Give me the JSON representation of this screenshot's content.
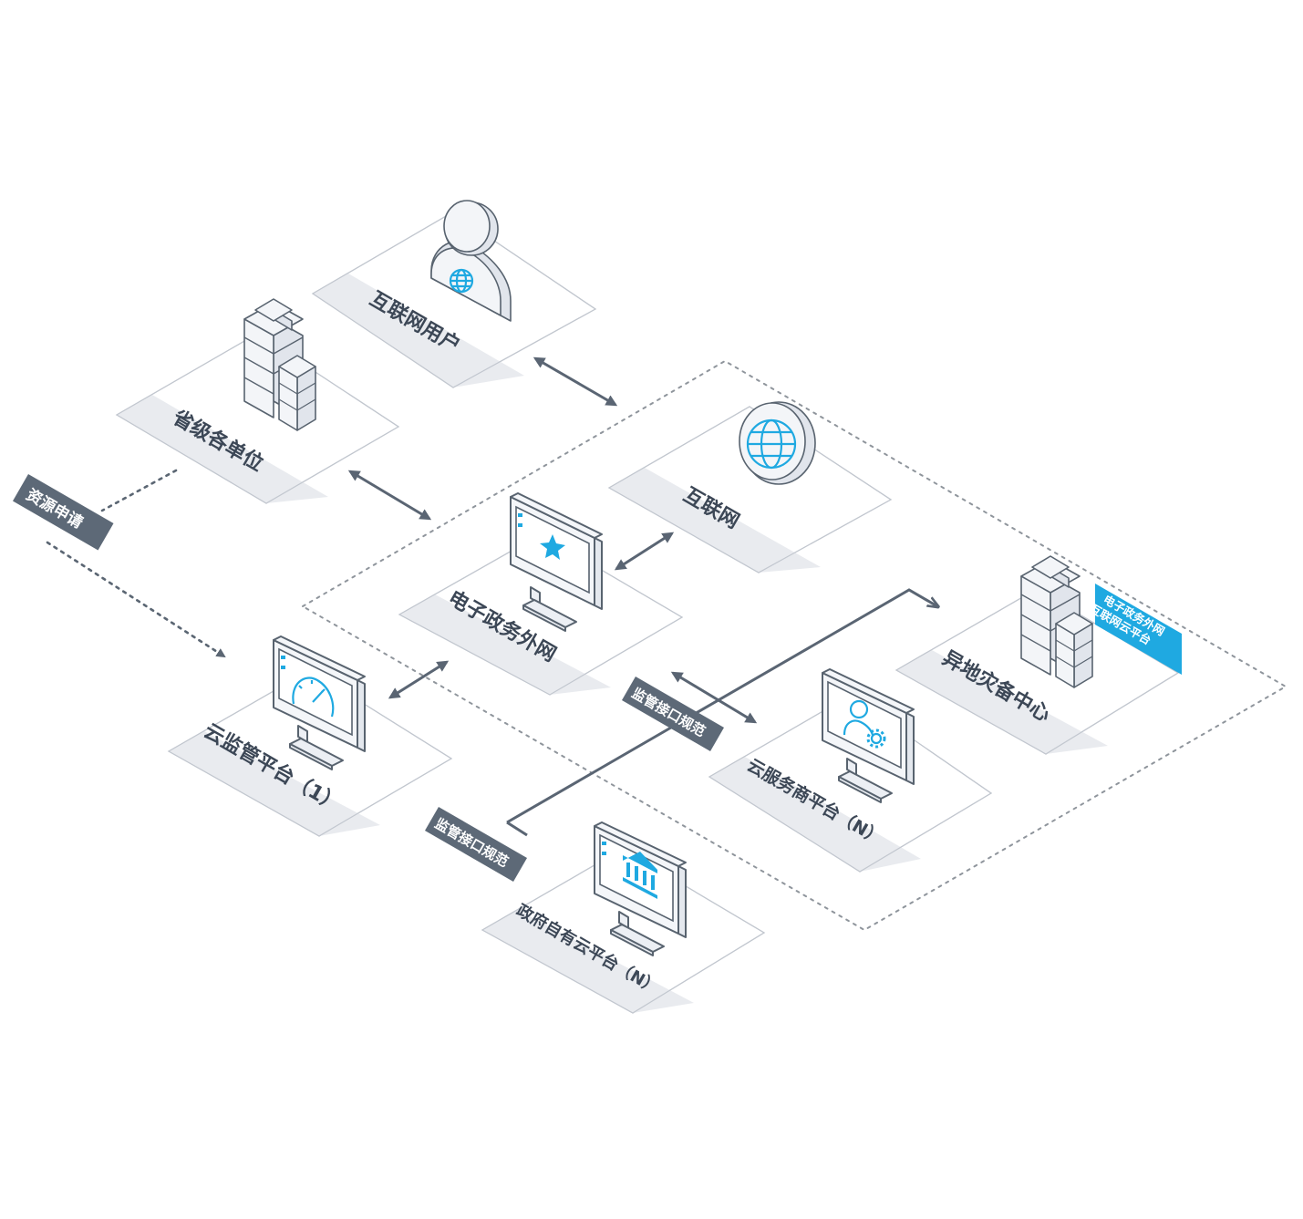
{
  "nodes": {
    "internet_user": "互联网用户",
    "provincial_units": "省级各单位",
    "internet": "互联网",
    "egov_extranet": "电子政务外网",
    "cloud_supervision": "云监管平台（1）",
    "offsite_dr": "异地灾备中心",
    "cloud_provider": "云服务商平台（N）",
    "gov_cloud": "政府自有云平台（N）"
  },
  "tags": {
    "resource_request": "资源申请",
    "monitor_spec_1": "监管接口规范",
    "monitor_spec_2": "监管接口规范",
    "region_line1": "电子政务外网",
    "region_line2": "互联网云平台"
  },
  "icons": {
    "internet_user": "globe-user-icon",
    "provincial_units": "office-buildings-icon",
    "internet": "globe-icon",
    "egov_extranet": "star-monitor-icon",
    "cloud_supervision": "speedometer-monitor-icon",
    "offsite_dr": "office-buildings-icon",
    "cloud_provider": "user-settings-monitor-icon",
    "gov_cloud": "bank-monitor-icon"
  },
  "colors": {
    "accent": "#1fa9e1",
    "dark_tag": "#5d6977",
    "label_text": "#3c4756",
    "line": "#5a6573"
  }
}
